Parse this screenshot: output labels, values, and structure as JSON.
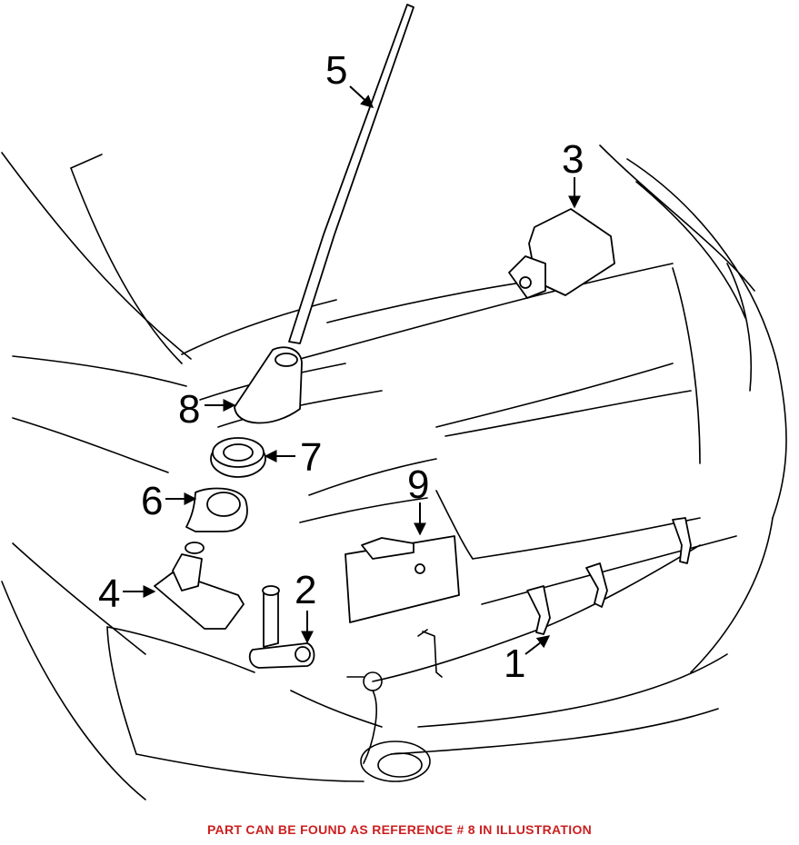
{
  "callouts": {
    "c1": "1",
    "c2": "2",
    "c3": "3",
    "c4": "4",
    "c5": "5",
    "c6": "6",
    "c7": "7",
    "c8": "8",
    "c9": "9"
  },
  "caption": {
    "text": "PART CAN BE FOUND AS REFERENCE # 8 IN ILLUSTRATION",
    "color": "#cc1f1f"
  }
}
